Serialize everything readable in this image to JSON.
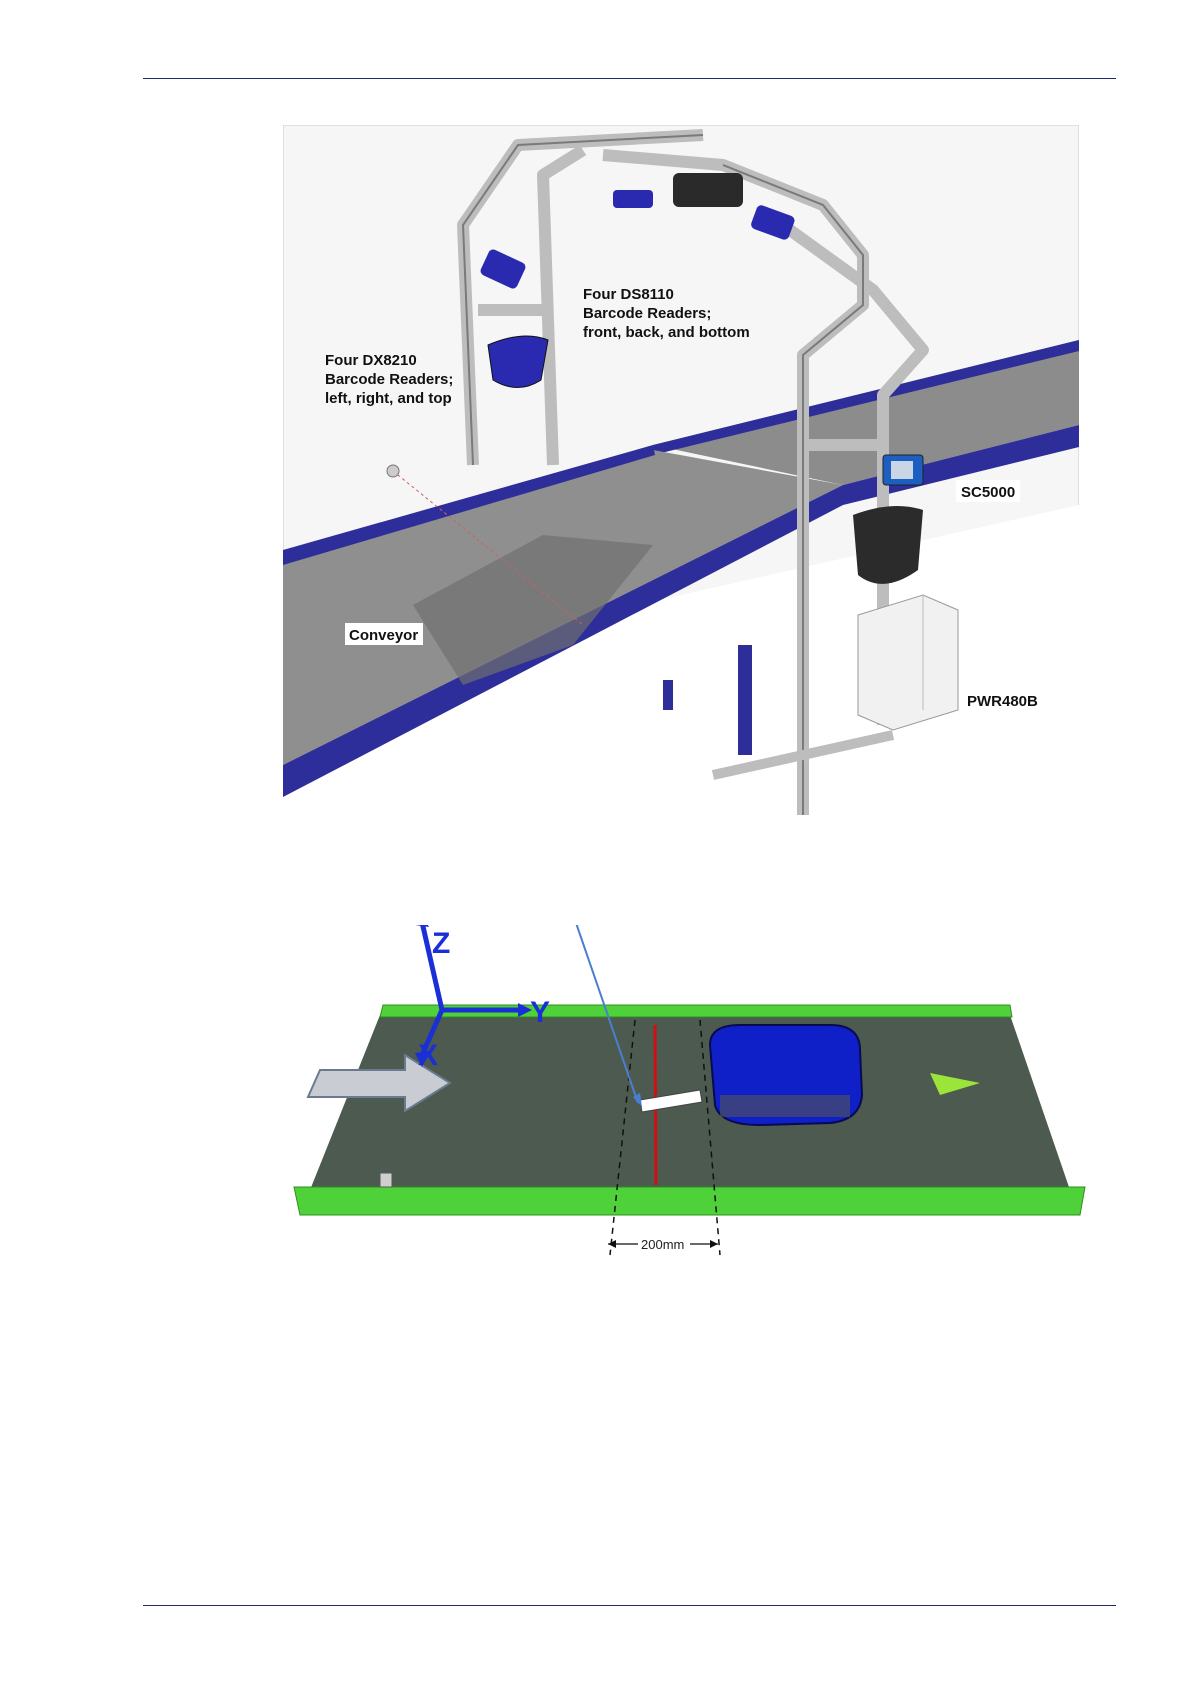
{
  "figure1": {
    "labels": {
      "dx8210_l1": "Four DX8210",
      "dx8210_l2": "Barcode Readers;",
      "dx8210_l3": "left, right, and top",
      "ds8110_l1": "Four DS8110",
      "ds8110_l2": "Barcode Readers;",
      "ds8110_l3": "front, back, and bottom",
      "sc5000": "SC5000",
      "conveyor": "Conveyor",
      "pwr480b": "PWR480B"
    }
  },
  "figure2": {
    "axes": {
      "z": "Z",
      "y": "Y",
      "x": "X"
    },
    "dimension": "200mm"
  },
  "colors": {
    "rule": "#1f2a6b",
    "conveyor_rail_blue": "#2a2aa0",
    "belt_gray": "#8a8a8a",
    "belt_green": "#4fd13a",
    "belt_dark": "#4d5a4f",
    "axis_blue": "#1a2fd6",
    "suitcase_blue": "#1020c8",
    "marker_red": "#d01010"
  }
}
